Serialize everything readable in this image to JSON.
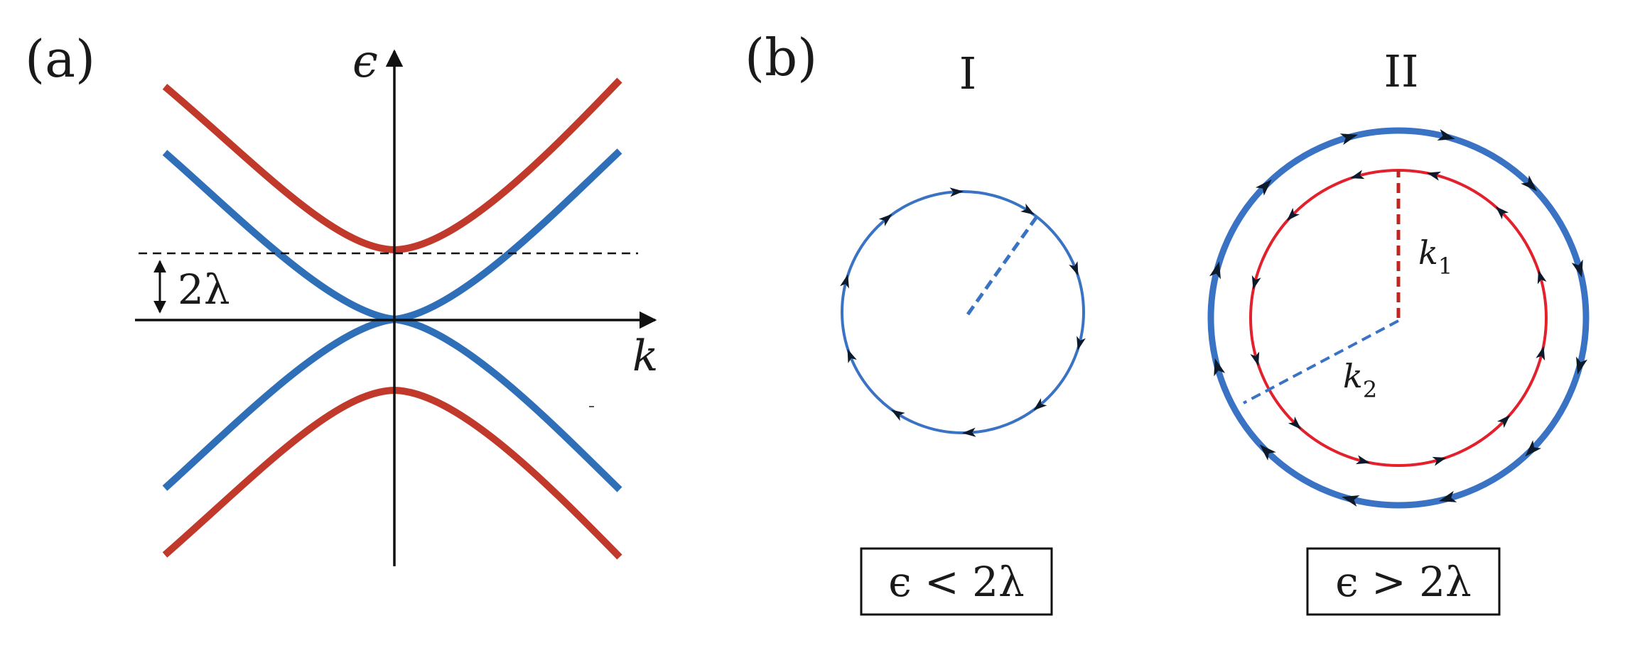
{
  "panel_a": {
    "label": "(a)",
    "axis_energy_label": "ϵ",
    "axis_k_label": "k",
    "gap_label": "2λ",
    "colors": {
      "outer_band": "#c0392b",
      "inner_band": "#2e6fb8"
    }
  },
  "panel_b": {
    "label": "(b)",
    "contour_I": {
      "title": "I",
      "condition": "ϵ < 2λ",
      "color": "#3a73c4"
    },
    "contour_II": {
      "title": "II",
      "condition": "ϵ > 2λ",
      "inner_radius_label_main": "k",
      "inner_radius_label_sub": "1",
      "outer_radius_label_main": "k",
      "outer_radius_label_sub": "2",
      "colors": {
        "outer": "#3a73c4",
        "inner": "#e3212d"
      }
    }
  }
}
